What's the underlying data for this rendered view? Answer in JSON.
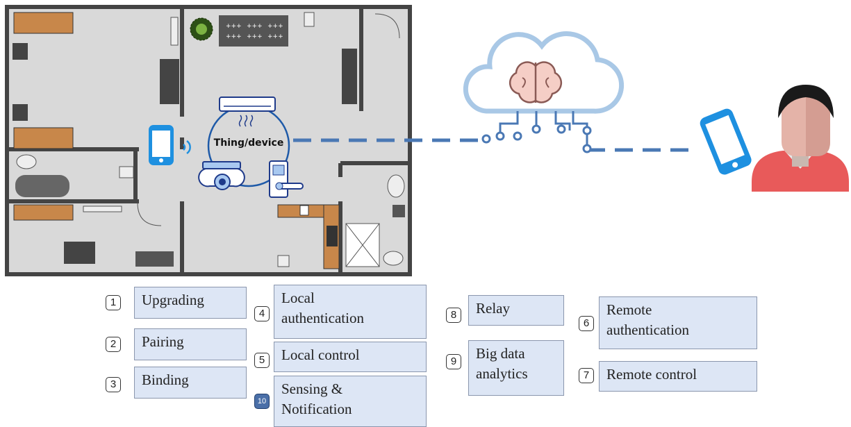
{
  "center_label": "Thing/device",
  "legend": [
    {
      "num": "1",
      "label": "Upgrading"
    },
    {
      "num": "2",
      "label": "Pairing"
    },
    {
      "num": "3",
      "label": "Binding"
    },
    {
      "num": "4",
      "label": "Local\nauthentication"
    },
    {
      "num": "5",
      "label": "Local control"
    },
    {
      "num": "10",
      "label": "Sensing &\nNotification"
    },
    {
      "num": "8",
      "label": "Relay"
    },
    {
      "num": "9",
      "label": "Big data\nanalytics"
    },
    {
      "num": "6",
      "label": "Remote\nauthentication"
    },
    {
      "num": "7",
      "label": "Remote control"
    }
  ],
  "colors": {
    "phone": "#1e90e0",
    "connection": "#4a78b4",
    "cloud": "#a9c8e6",
    "box_fill": "#dde6f5",
    "person_shirt": "#e85a5a"
  },
  "icons": [
    "floor-plan",
    "smartphone-icon",
    "air-conditioner-icon",
    "camera-icon",
    "smart-lock-icon",
    "cloud-brain-icon",
    "user-avatar-icon"
  ]
}
